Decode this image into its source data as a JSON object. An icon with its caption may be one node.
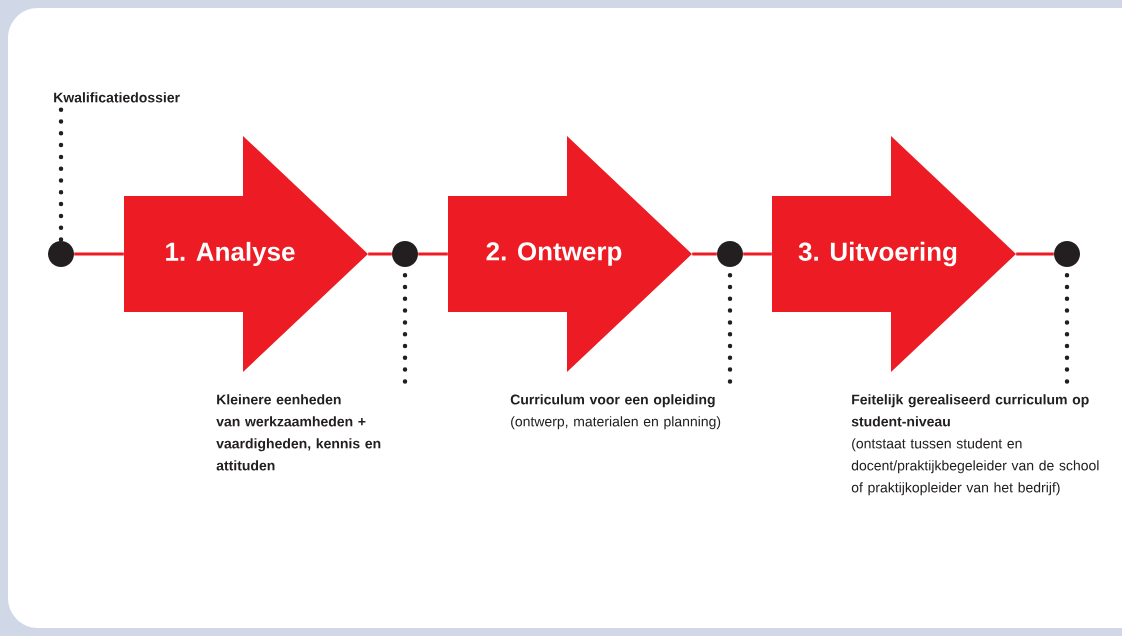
{
  "diagram": {
    "nodes": [
      {
        "text": [],
        "shape": "circle"
      },
      {
        "text": [
          "1. Analyse"
        ]
      },
      {
        "text": [],
        "shape": "circle"
      },
      {
        "text": [
          "2. Ontwerp"
        ]
      },
      {
        "text": [],
        "shape": "circle"
      },
      {
        "text": [
          "3. Uitvoering"
        ]
      },
      {
        "text": [],
        "shape": "circle"
      },
      {
        "text": [
          "Kwalificatiedossier"
        ]
      },
      {
        "text": [
          "Kleinere eenheden van werkzaamheden + vaardigheden, kennis en attituden"
        ]
      },
      {
        "text": [
          "Curriculum voor een opleiding",
          "(ontwerp, materialen en planning)"
        ]
      },
      {
        "text": [
          "Feitelijk gerealiseerd curriculum op student-niveau",
          "(ontstaat tussen student en docent/praktijkbegeleider van de school of praktijkopleider van het bedrijf)"
        ]
      }
    ],
    "edges": [
      {
        "from": 0,
        "to": 1,
        "arrow": "none"
      },
      {
        "from": 1,
        "to": 2,
        "arrow": "none"
      },
      {
        "from": 2,
        "to": 3,
        "arrow": "none"
      },
      {
        "from": 3,
        "to": 4,
        "arrow": "none"
      },
      {
        "from": 4,
        "to": 5,
        "arrow": "none"
      },
      {
        "from": 5,
        "to": 6,
        "arrow": "none"
      },
      {
        "from": 7,
        "to": 0,
        "arrow": "none",
        "style": "dashed",
        "color": "#231f20"
      },
      {
        "from": 2,
        "to": 8,
        "arrow": "none",
        "style": "dashed",
        "color": "#231f20"
      },
      {
        "from": 4,
        "to": 9,
        "arrow": "none",
        "style": "dashed",
        "color": "#231f20"
      },
      {
        "from": 6,
        "to": 10,
        "arrow": "none",
        "style": "dashed",
        "color": "#231f20"
      }
    ]
  }
}
